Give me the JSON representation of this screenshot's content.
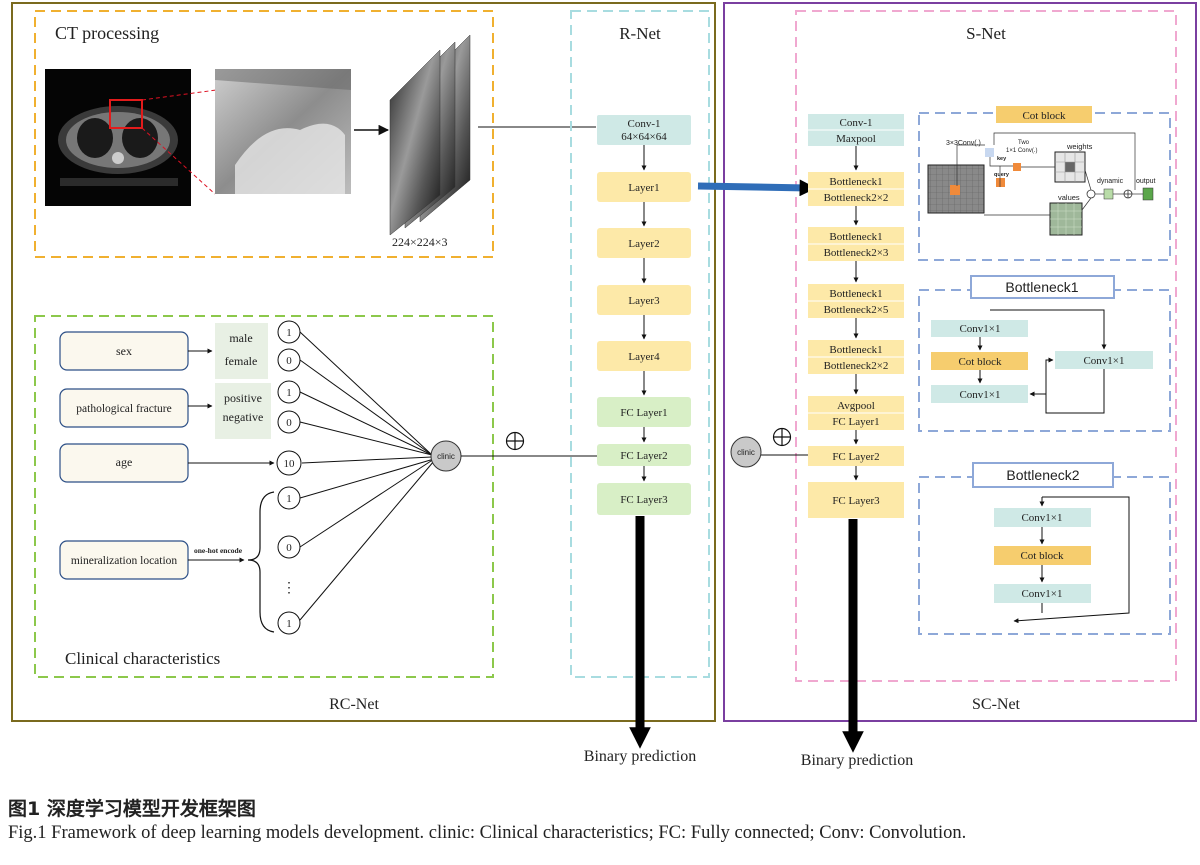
{
  "titles": {
    "ct_processing": "CT processing",
    "r_net": "R-Net",
    "s_net": "S-Net",
    "rc_net": "RC-Net",
    "sc_net": "SC-Net",
    "clinical_characteristics": "Clinical characteristics"
  },
  "ct": {
    "dims": "224×224×3"
  },
  "clinical": {
    "sex": "sex",
    "male": "male",
    "female": "female",
    "pathological_fracture": "pathological fracture",
    "positive": "positive",
    "negative": "negative",
    "age": "age",
    "mineralization_location": "mineralization location",
    "one_hot": "one-hot encode",
    "node_1": "1",
    "node_0": "0",
    "node_10": "10",
    "node_dots": "⋮",
    "clinic": "clinic"
  },
  "r_net": {
    "conv1_a": "Conv-1",
    "conv1_b": "64×64×64",
    "layer1": "Layer1",
    "layer2": "Layer2",
    "layer3": "Layer3",
    "layer4": "Layer4",
    "fc1": "FC Layer1",
    "fc2": "FC Layer2",
    "fc3": "FC Layer3"
  },
  "s_net": {
    "conv1_a": "Conv-1",
    "conv1_b": "Maxpool",
    "b1_a": "Bottleneck1",
    "b1_b": "Bottleneck2×2",
    "b2_a": "Bottleneck1",
    "b2_b": "Bottleneck2×3",
    "b3_a": "Bottleneck1",
    "b3_b": "Bottleneck2×5",
    "b4_a": "Bottleneck1",
    "b4_b": "Bottleneck2×2",
    "avg_a": "Avgpool",
    "avg_b": "FC Layer1",
    "fc2": "FC Layer2",
    "fc3": "FC Layer3"
  },
  "cot_block": {
    "title": "Cot block",
    "conv3": "3×3Conv(.)",
    "two": "Two",
    "conv1": "1×1 Conv(.)",
    "key": "key",
    "query": "query",
    "weights": "weights",
    "dynamic": "dynamic",
    "output": "output",
    "values": "values"
  },
  "bottleneck1": {
    "title": "Bottleneck1",
    "conv_a": "Conv1×1",
    "cot": "Cot block",
    "conv_b": "Conv1×1",
    "conv_side": "Conv1×1"
  },
  "bottleneck2": {
    "title": "Bottleneck2",
    "conv_a": "Conv1×1",
    "cot": "Cot block",
    "conv_b": "Conv1×1"
  },
  "outputs": {
    "binary_left": "Binary prediction",
    "binary_right": "Binary prediction"
  },
  "caption": {
    "zh": "图1  深度学习模型开发框架图",
    "en": "Fig.1  Framework of deep learning models development. clinic: Clinical characteristics; FC: Fully connected; Conv: Convolution."
  },
  "colors": {
    "rc_border": "#7a6a1e",
    "sc_border": "#7a3fa0",
    "ct_dash": "#f0b030",
    "clin_dash": "#8cc84b",
    "rnet_dash": "#a8dce0",
    "snet_dash": "#f0a8d0",
    "sub_dash": "#8ea8d8",
    "teal_box": "#cfe9e6",
    "yellow_box": "#fde9a8",
    "green_box": "#d8efc6",
    "orange_box": "#f6cd6e",
    "blue_arrow": "#2f6db8"
  }
}
